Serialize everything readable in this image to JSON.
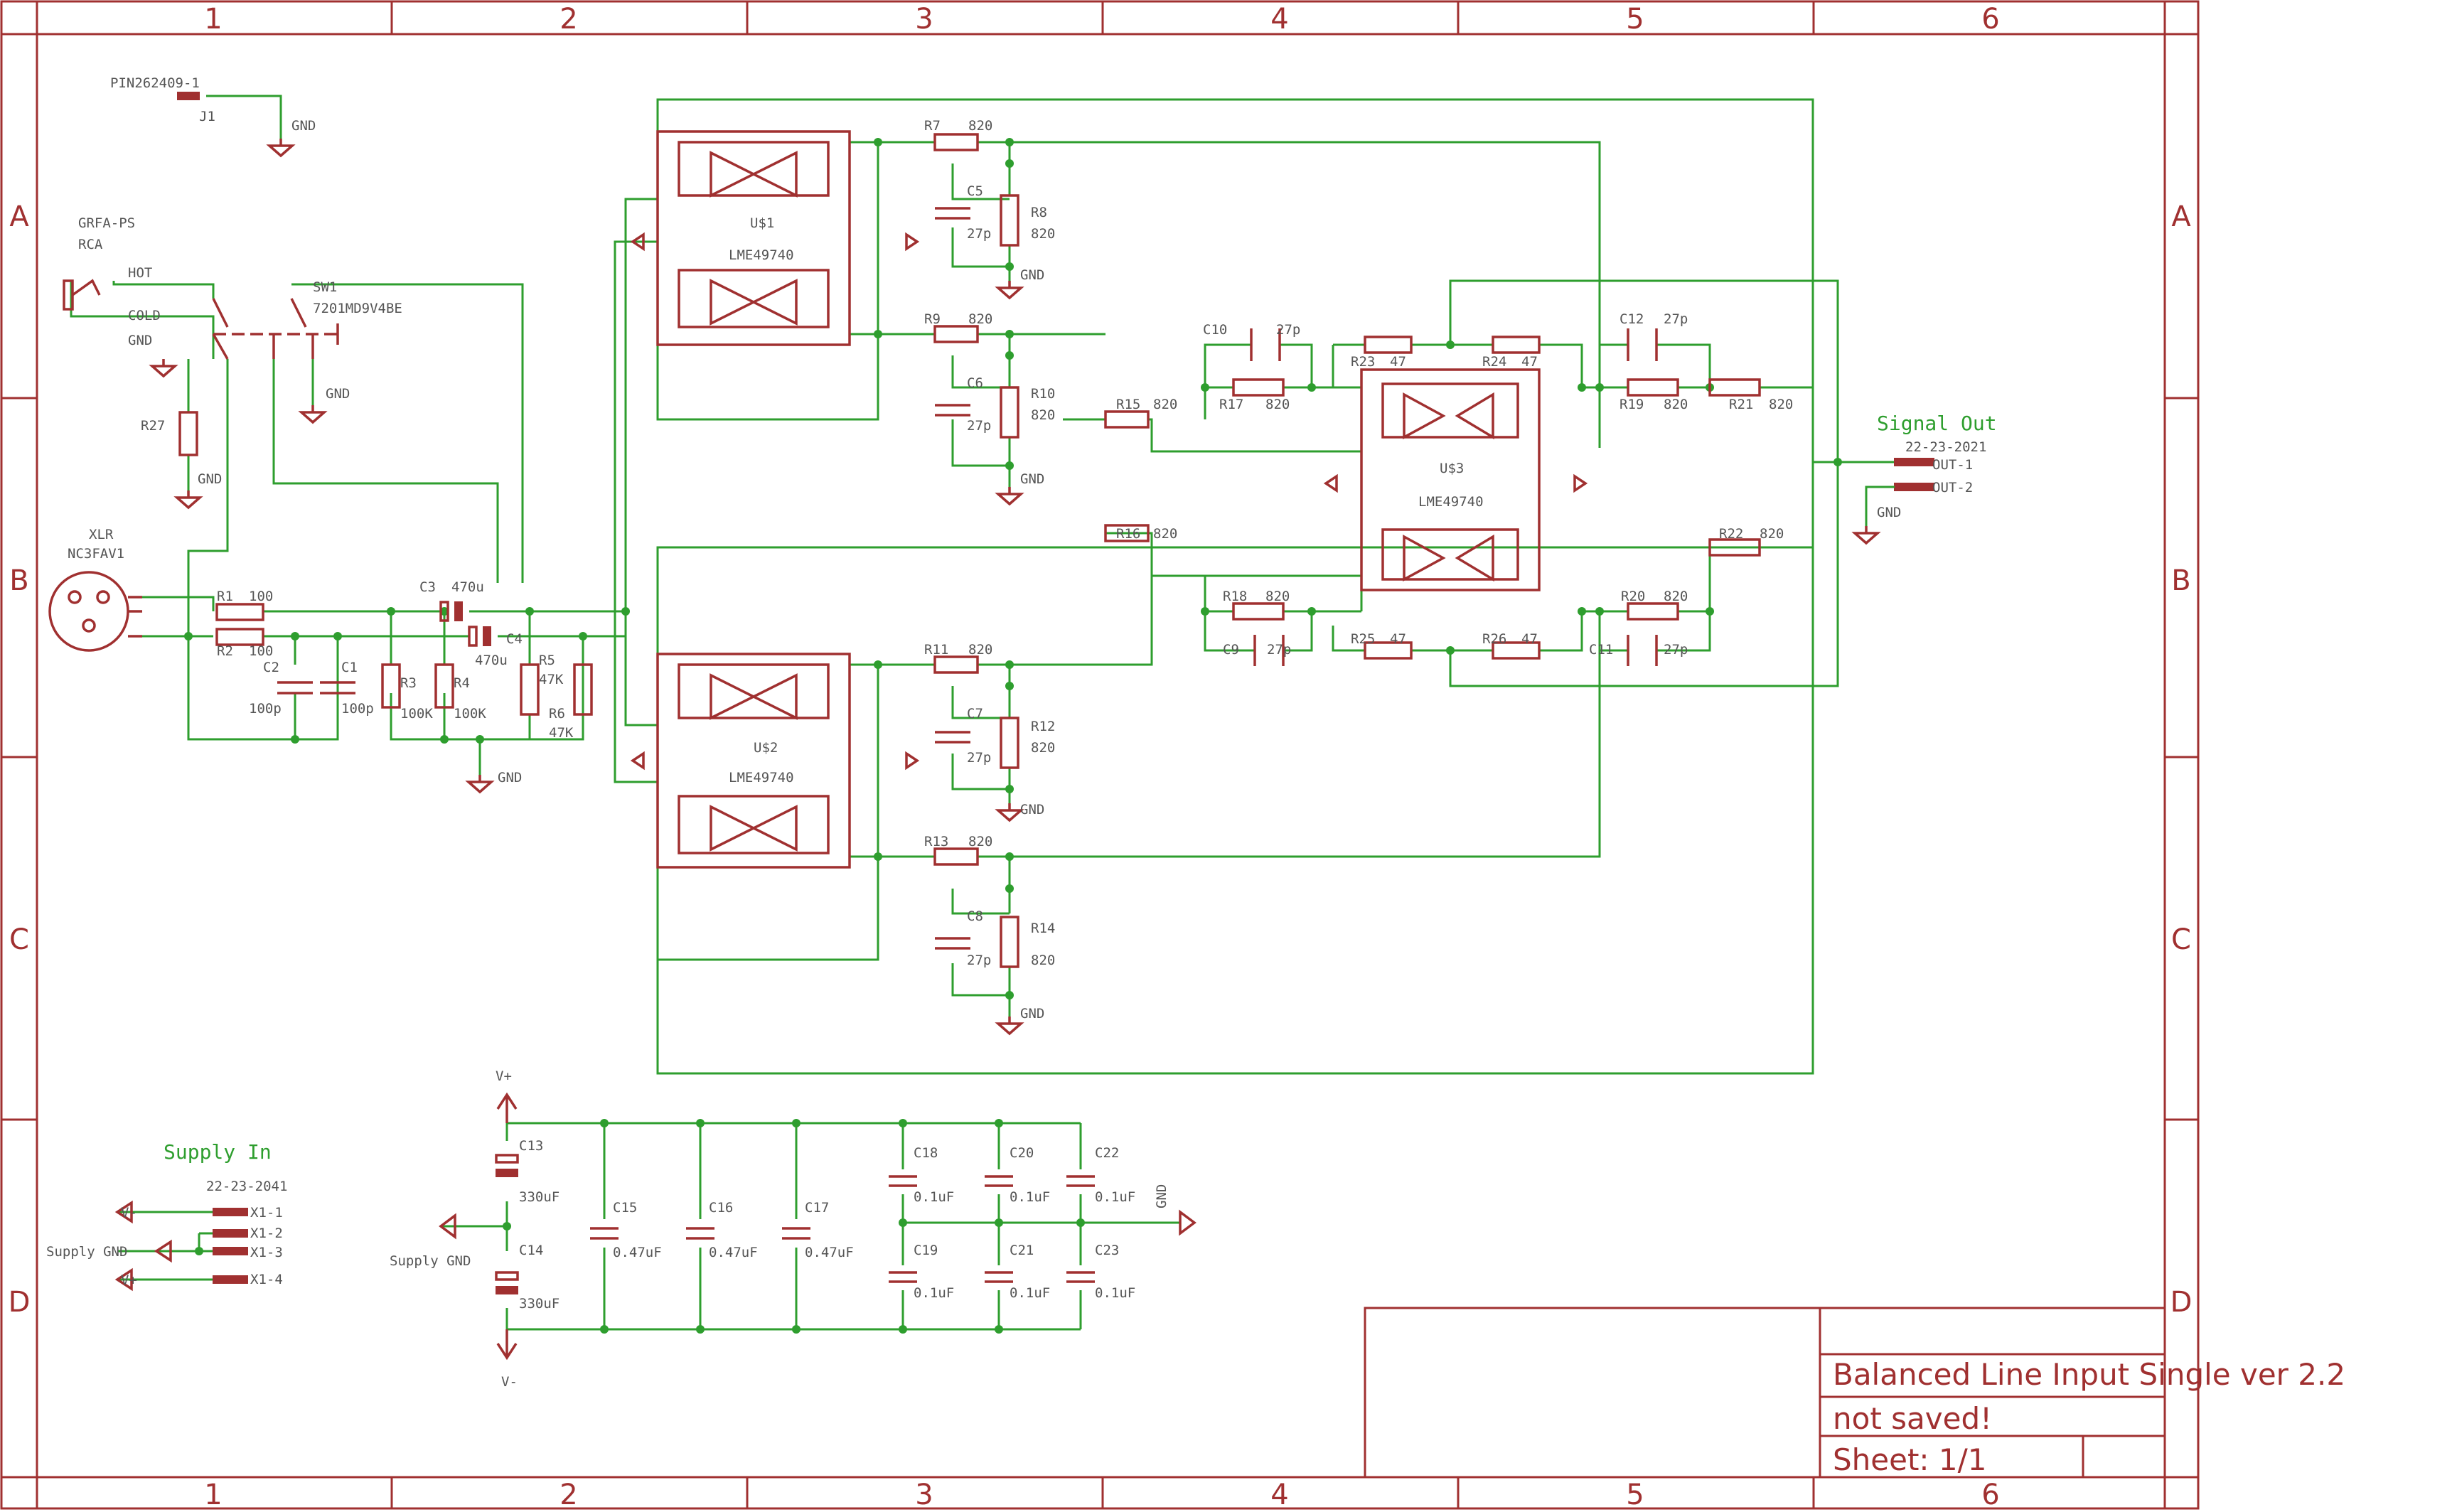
{
  "frame": {
    "columns": [
      "1",
      "2",
      "3",
      "4",
      "5",
      "6"
    ],
    "rows": [
      "A",
      "B",
      "C",
      "D"
    ]
  },
  "title_block": {
    "title": "Balanced Line Input Single ver 2.2",
    "status": "not saved!",
    "sheet": "Sheet: 1/1"
  },
  "nets": {
    "signal_out": "Signal Out",
    "signal_out_date": "22-23-2021",
    "out1": "OUT-1",
    "out2": "OUT-2",
    "supply_in": "Supply In",
    "supply_in_date": "22-23-2041",
    "x1_1": "X1-1",
    "x1_2": "X1-2",
    "x1_3": "X1-3",
    "x1_4": "X1-4",
    "v_minus": "V-",
    "v_plus": "V+",
    "supply_gnd": "Supply GND",
    "gnd": "GND"
  },
  "parts": {
    "j1_value": "PIN262409-1",
    "j1_name": "J1",
    "rca_ref": "GRFA-PS",
    "rca_name": "RCA",
    "hot": "HOT",
    "cold": "COLD",
    "sw1_name": "SW1",
    "sw1_value": "7201MD9V4BE",
    "r27": "R27",
    "xlr": "XLR",
    "xlr_value": "NC3FAV1",
    "r1": "R1",
    "r1v": "100",
    "r2": "R2",
    "r2v": "100",
    "c1": "C1",
    "c1v": "100p",
    "c2": "C2",
    "c2v": "100p",
    "c3": "C3",
    "c3v": "470u",
    "c4": "C4",
    "c4v": "470u",
    "r3": "R3",
    "r3v": "100K",
    "r4": "R4",
    "r4v": "100K",
    "r5": "R5",
    "r5v": "47K",
    "r6": "R6",
    "r6v": "47K",
    "u1": "U$1",
    "u2": "U$2",
    "u3": "U$3",
    "ic": "LME49740",
    "r7": "R7",
    "r8": "R8",
    "r9": "R9",
    "r10": "R10",
    "r11": "R11",
    "r12": "R12",
    "r13": "R13",
    "r14": "R14",
    "r15": "R15",
    "r16": "R16",
    "r17": "R17",
    "r18": "R18",
    "r19": "R19",
    "r20": "R20",
    "r21": "R21",
    "r22": "R22",
    "r23": "R23",
    "r24": "R24",
    "r25": "R25",
    "r26": "R26",
    "v820": "820",
    "v47": "47",
    "v27p": "27p",
    "c5": "C5",
    "c6": "C6",
    "c7": "C7",
    "c8": "C8",
    "c9": "C9",
    "c10": "C10",
    "c11": "C11",
    "c12": "C12",
    "c13": "C13",
    "c14": "C14",
    "c330": "330uF",
    "c15": "C15",
    "c16": "C16",
    "c17": "C17",
    "c047": "0.47uF",
    "c18": "C18",
    "c19": "C19",
    "c20": "C20",
    "c21": "C21",
    "c22": "C22",
    "c23": "C23",
    "c01": "0.1uF"
  },
  "colors": {
    "frame": "#a03030",
    "wire": "#2e9e2e",
    "label": "#555555"
  }
}
